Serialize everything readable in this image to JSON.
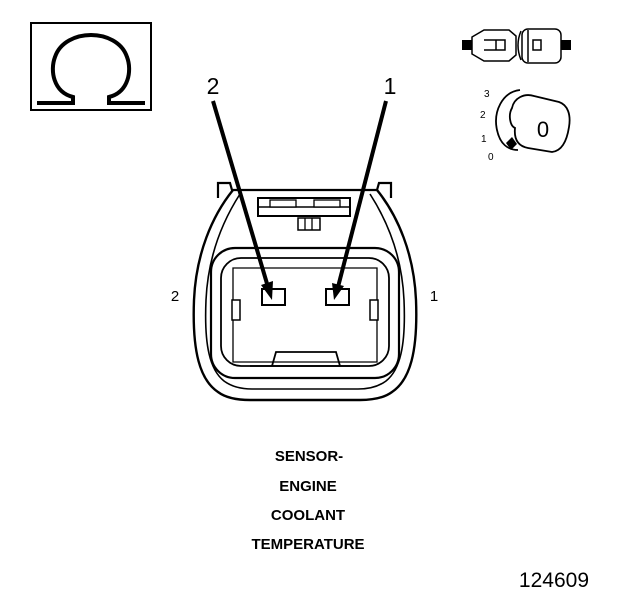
{
  "meter_icon": {
    "symbol": "Ω",
    "icon": "ohm-icon"
  },
  "switch_icon": {
    "icon": "connector-disconnected-icon"
  },
  "ignition_icon": {
    "icon": "ignition-key-icon",
    "positions": [
      "3",
      "2",
      "1",
      "0"
    ],
    "key_label": "0"
  },
  "pin_callouts": {
    "left": "2",
    "right": "1"
  },
  "side_labels": {
    "left": "2",
    "right": "1"
  },
  "caption": {
    "line1": "SENSOR-",
    "line2": "ENGINE",
    "line3": "COOLANT",
    "line4": "TEMPERATURE"
  },
  "figure_number": "124609"
}
